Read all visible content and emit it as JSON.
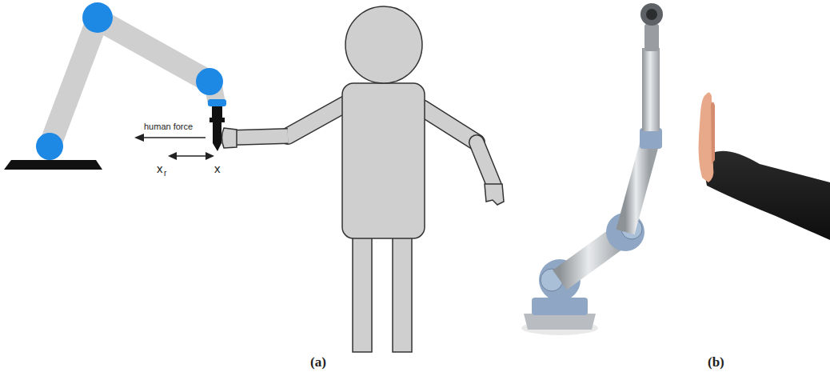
{
  "diagram": {
    "labels": [
      "human force",
      "x",
      "r",
      "x",
      "(a)",
      "(b)"
    ]
  }
}
